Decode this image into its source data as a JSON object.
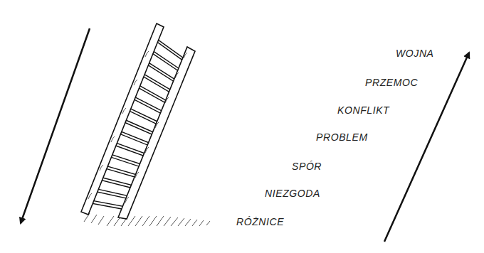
{
  "diagram": {
    "labels": [
      "WOJNA",
      "PRZEMOC",
      "KONFLIKT",
      "PROBLEM",
      "SPÓR",
      "NIEZGODA",
      "RÓŻNICE"
    ]
  }
}
